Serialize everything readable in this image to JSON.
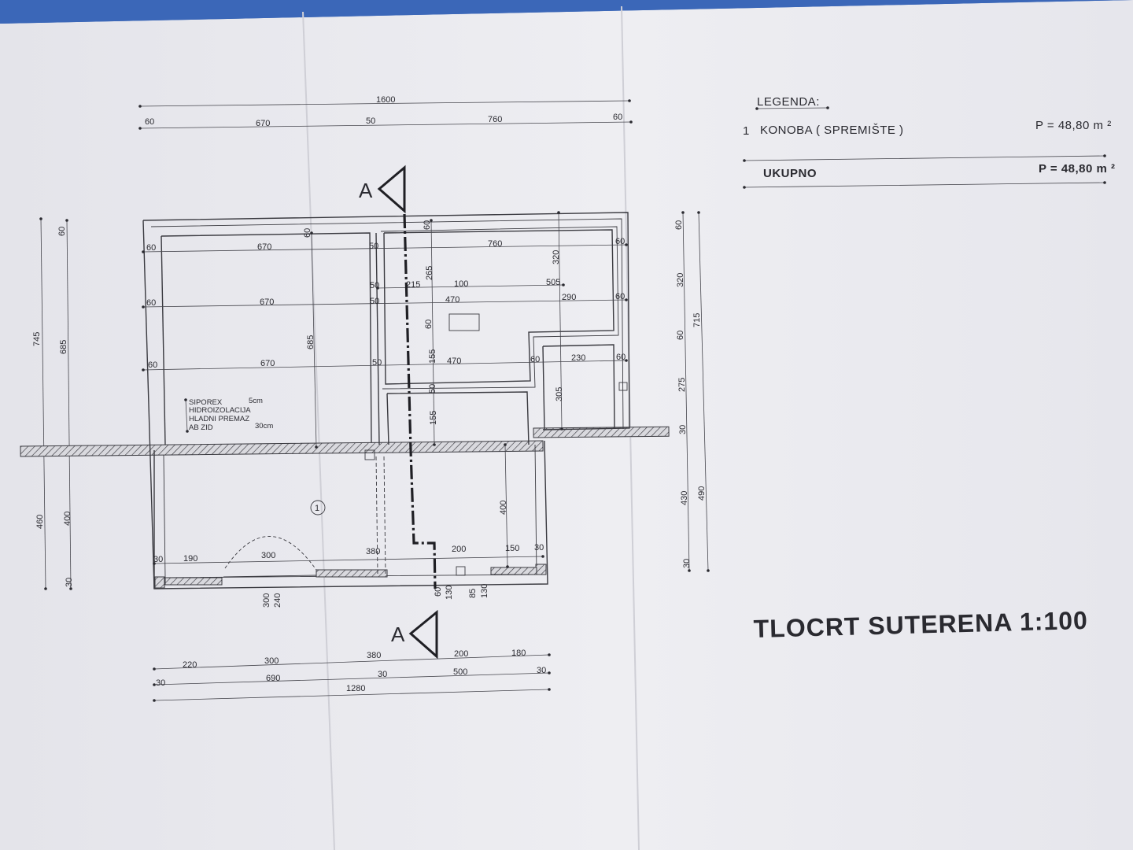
{
  "title": "TLOCRT SUTERENA 1:100",
  "section_marker": "A",
  "room_number": "1",
  "legend": {
    "heading": "LEGENDA:",
    "items": [
      {
        "number": "1",
        "name": "KONOBA ( SPREMIŠTE )",
        "area": "P = 48,80 m ²"
      }
    ],
    "total_label": "UKUPNO",
    "total_area": "P = 48,80 m ²"
  },
  "wall_layers": [
    "SIPOREX",
    "HIDROIZOLACIJA",
    "HLADNI PREMAZ",
    "AB ZID"
  ],
  "wall_layer_sizes": [
    "5cm",
    "30cm"
  ],
  "dimensions": {
    "top_total": "1600",
    "top_chain": [
      "60",
      "670",
      "50",
      "760",
      "60"
    ],
    "interior_top_h": [
      "60",
      "670",
      "50",
      "760",
      "60"
    ],
    "interior_mid": [
      "60",
      "670",
      "50",
      "50",
      "470",
      "290",
      "60",
      "215",
      "265",
      "100",
      "505",
      "320"
    ],
    "interior_low": [
      "60",
      "670",
      "50",
      "470",
      "60",
      "230",
      "60",
      "155",
      "50",
      "155",
      "305",
      "60",
      "60",
      "60"
    ],
    "interior_685": "685",
    "left_vertical": [
      "745",
      "685",
      "460",
      "400",
      "60",
      "30",
      "30"
    ],
    "right_vertical": [
      "60",
      "320",
      "715",
      "60",
      "275",
      "30",
      "430",
      "490",
      "30"
    ],
    "lower_room": [
      "30",
      "190",
      "300",
      "380",
      "200",
      "150",
      "30",
      "400"
    ],
    "openings": [
      "300",
      "240",
      "60",
      "130",
      "85",
      "130"
    ],
    "bottom_chain": [
      "220",
      "300",
      "380",
      "200",
      "180"
    ],
    "bottom_chain2": [
      "30",
      "690",
      "30",
      "500",
      "30"
    ],
    "bottom_total": "1280"
  },
  "colors": {
    "background": "#3b67b8",
    "paper": "#ebebf0",
    "ink": "#2a2a30"
  }
}
